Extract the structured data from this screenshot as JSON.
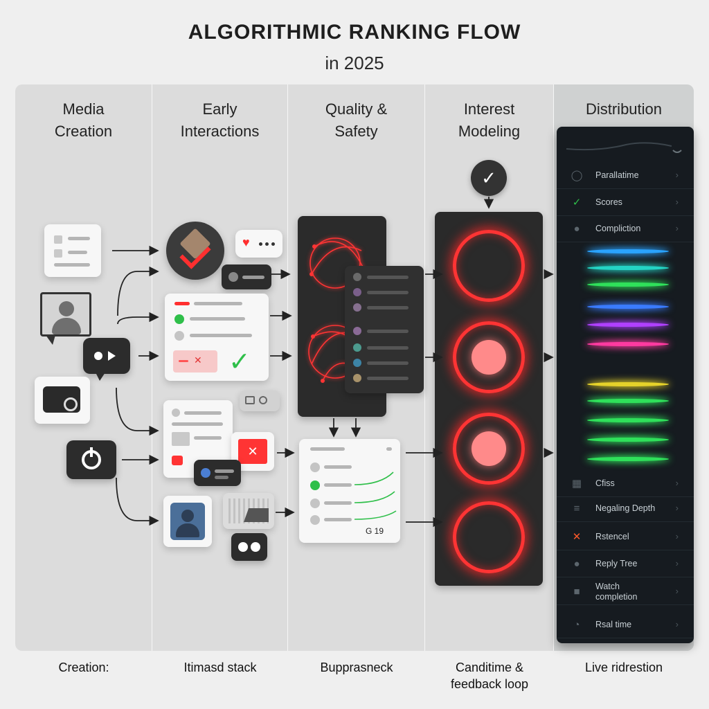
{
  "header": {
    "title": "ALGORITHMIC RANKING FLOW",
    "subtitle": "in 2025"
  },
  "columns": [
    {
      "line1": "Media",
      "line2": "Creation",
      "footer1": "Creation:",
      "footer2": ""
    },
    {
      "line1": "Early",
      "line2": "Interactions",
      "footer1": "Itimasd stack",
      "footer2": ""
    },
    {
      "line1": "Quality &",
      "line2": "Safety",
      "footer1": "Bupprasneck",
      "footer2": ""
    },
    {
      "line1": "Interest",
      "line2": "Modeling",
      "footer1": "Canditime &",
      "footer2": "feedback loop"
    },
    {
      "line1": "Distribution",
      "line2": "",
      "footer1": "Live ridrestion",
      "footer2": ""
    }
  ],
  "quality_card": {
    "counter": "G 19"
  },
  "distribution": {
    "rows": [
      {
        "label": "Parallatime",
        "icon": "circle-icon",
        "glyph": "◯"
      },
      {
        "label": "Scores",
        "icon": "check-icon",
        "glyph": "✓"
      },
      {
        "label": "Compliction",
        "icon": "mic-icon",
        "glyph": "●"
      },
      {
        "label": "Cfiss",
        "icon": "grid-icon",
        "glyph": "▦"
      },
      {
        "label": "Negaling Depth",
        "icon": "lines-icon",
        "glyph": "≡"
      },
      {
        "label": "Rstencel",
        "icon": "cross-icon",
        "glyph": "✕"
      },
      {
        "label": "Reply Tree",
        "icon": "node-icon",
        "glyph": "●"
      },
      {
        "label": "Watch completion",
        "icon": "square-icon",
        "glyph": "■"
      },
      {
        "label": "Rsal time",
        "icon": "clock-icon",
        "glyph": "◔"
      }
    ]
  },
  "colors": {
    "accent_red": "#ff3434",
    "accent_green": "#2fbf4a",
    "dark_panel": "#161b20"
  }
}
